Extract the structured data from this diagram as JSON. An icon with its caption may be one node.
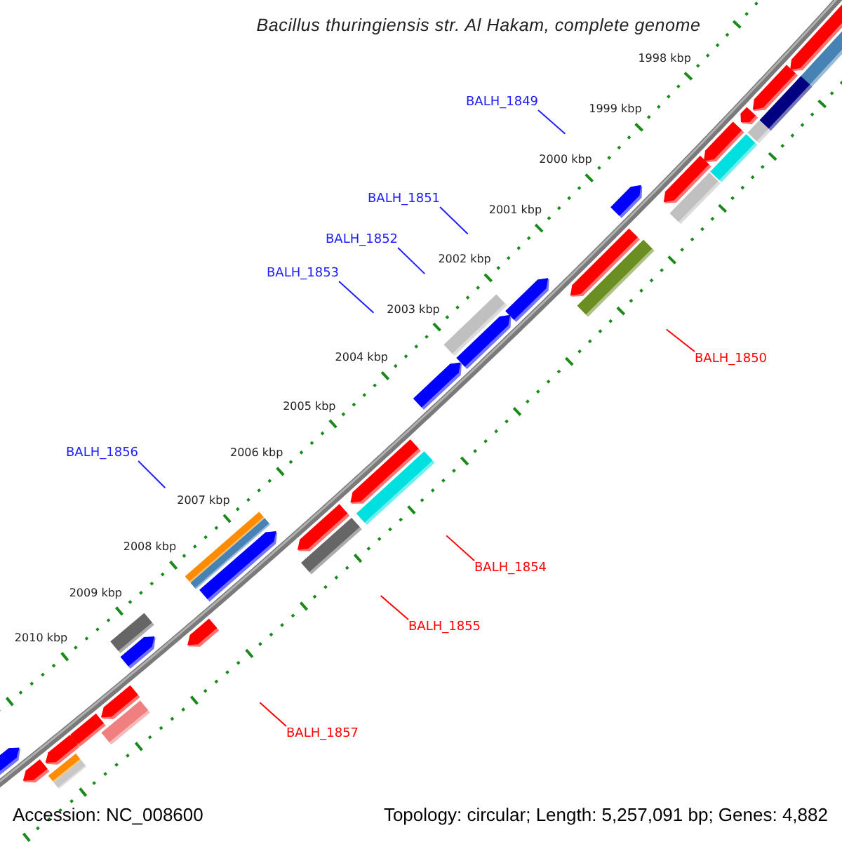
{
  "diagram": {
    "title": "Bacillus thuringiensis str. Al Hakam, complete genome",
    "nodes": [
      {
        "text": [
          "BALH_1849"
        ]
      },
      {
        "text": [
          "BALH_1851"
        ]
      },
      {
        "text": [
          "BALH_1852"
        ]
      },
      {
        "text": [
          "BALH_1853"
        ]
      },
      {
        "text": [
          "BALH_1850"
        ]
      },
      {
        "text": [
          "BALH_1856"
        ]
      },
      {
        "text": [
          "BALH_1854"
        ]
      },
      {
        "text": [
          "BALH_1855"
        ]
      },
      {
        "text": [
          "BALH_1857"
        ]
      }
    ],
    "edges": [
      {
        "from": 0,
        "to": null,
        "arrow": "none"
      },
      {
        "from": 1,
        "to": null,
        "arrow": "none"
      },
      {
        "from": 2,
        "to": null,
        "arrow": "none"
      },
      {
        "from": 3,
        "to": null,
        "arrow": "none"
      },
      {
        "from": 4,
        "to": null,
        "arrow": "none",
        "color": "#ff0000"
      },
      {
        "from": 5,
        "to": null,
        "arrow": "none"
      },
      {
        "from": 6,
        "to": null,
        "arrow": "none",
        "color": "#ff0000"
      },
      {
        "from": 7,
        "to": null,
        "arrow": "none",
        "color": "#ff0000"
      },
      {
        "from": 8,
        "to": null,
        "arrow": "none",
        "color": "#ff0000"
      }
    ],
    "labels": [
      "1998 kbp",
      "1999 kbp",
      "2000 kbp",
      "2001 kbp",
      "2002 kbp",
      "2003 kbp",
      "2004 kbp",
      "2005 kbp",
      "2006 kbp",
      "2007 kbp",
      "2008 kbp",
      "2009 kbp",
      "2010 kbp",
      "Accession: NC_008600",
      "Topology: circular; Length: 5,257,091 bp; Genes: 4,882"
    ]
  }
}
